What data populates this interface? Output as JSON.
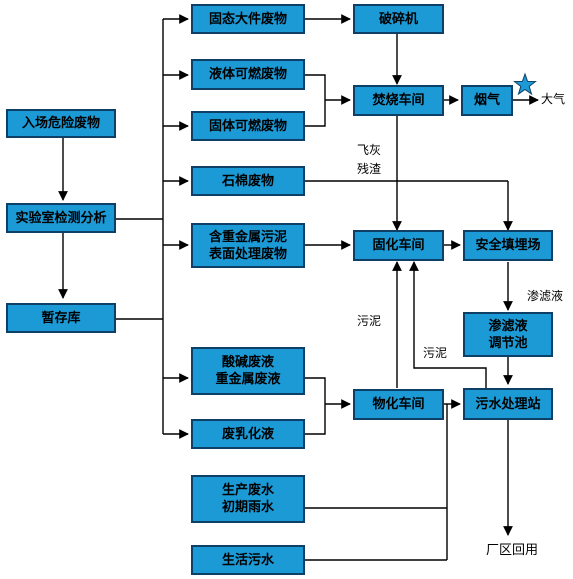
{
  "nodes": {
    "incoming_hazardous_waste": "入场危险废物",
    "lab_analysis": "实验室检测分析",
    "temporary_storage": "暂存库",
    "solid_bulky_waste": "固态大件废物",
    "liquid_combustible_waste": "液体可燃废物",
    "solid_combustible_waste": "固体可燃废物",
    "asbestos_waste": "石棉废物",
    "heavy_metal_sludge": "含重金属污泥\n表面处理废物",
    "acid_alkali_waste": "酸碱废液\n重金属废液",
    "waste_emulsion": "废乳化液",
    "production_wastewater": "生产废水\n初期雨水",
    "domestic_sewage": "生活污水",
    "crusher": "破碎机",
    "incineration_workshop": "焚烧车间",
    "flue_gas": "烟气",
    "solidification_workshop": "固化车间",
    "physicochemical_workshop": "物化车间",
    "secure_landfill": "安全填埋场",
    "leachate_regulating_pond": "渗滤液\n调节池",
    "wastewater_treatment_station": "污水处理站"
  },
  "edge_labels": {
    "atmosphere": "大气",
    "fly_ash": "飞灰",
    "residue": "残渣",
    "leachate": "渗滤液",
    "sludge_left": "污泥",
    "sludge_right": "污泥",
    "plant_reuse": "厂区回用"
  },
  "colors": {
    "box_fill": "#1b9ad6",
    "box_border": "#0e3f66",
    "line": "#000000",
    "star_fill": "#1b9ad6"
  },
  "icons": {
    "star": "star-icon"
  }
}
